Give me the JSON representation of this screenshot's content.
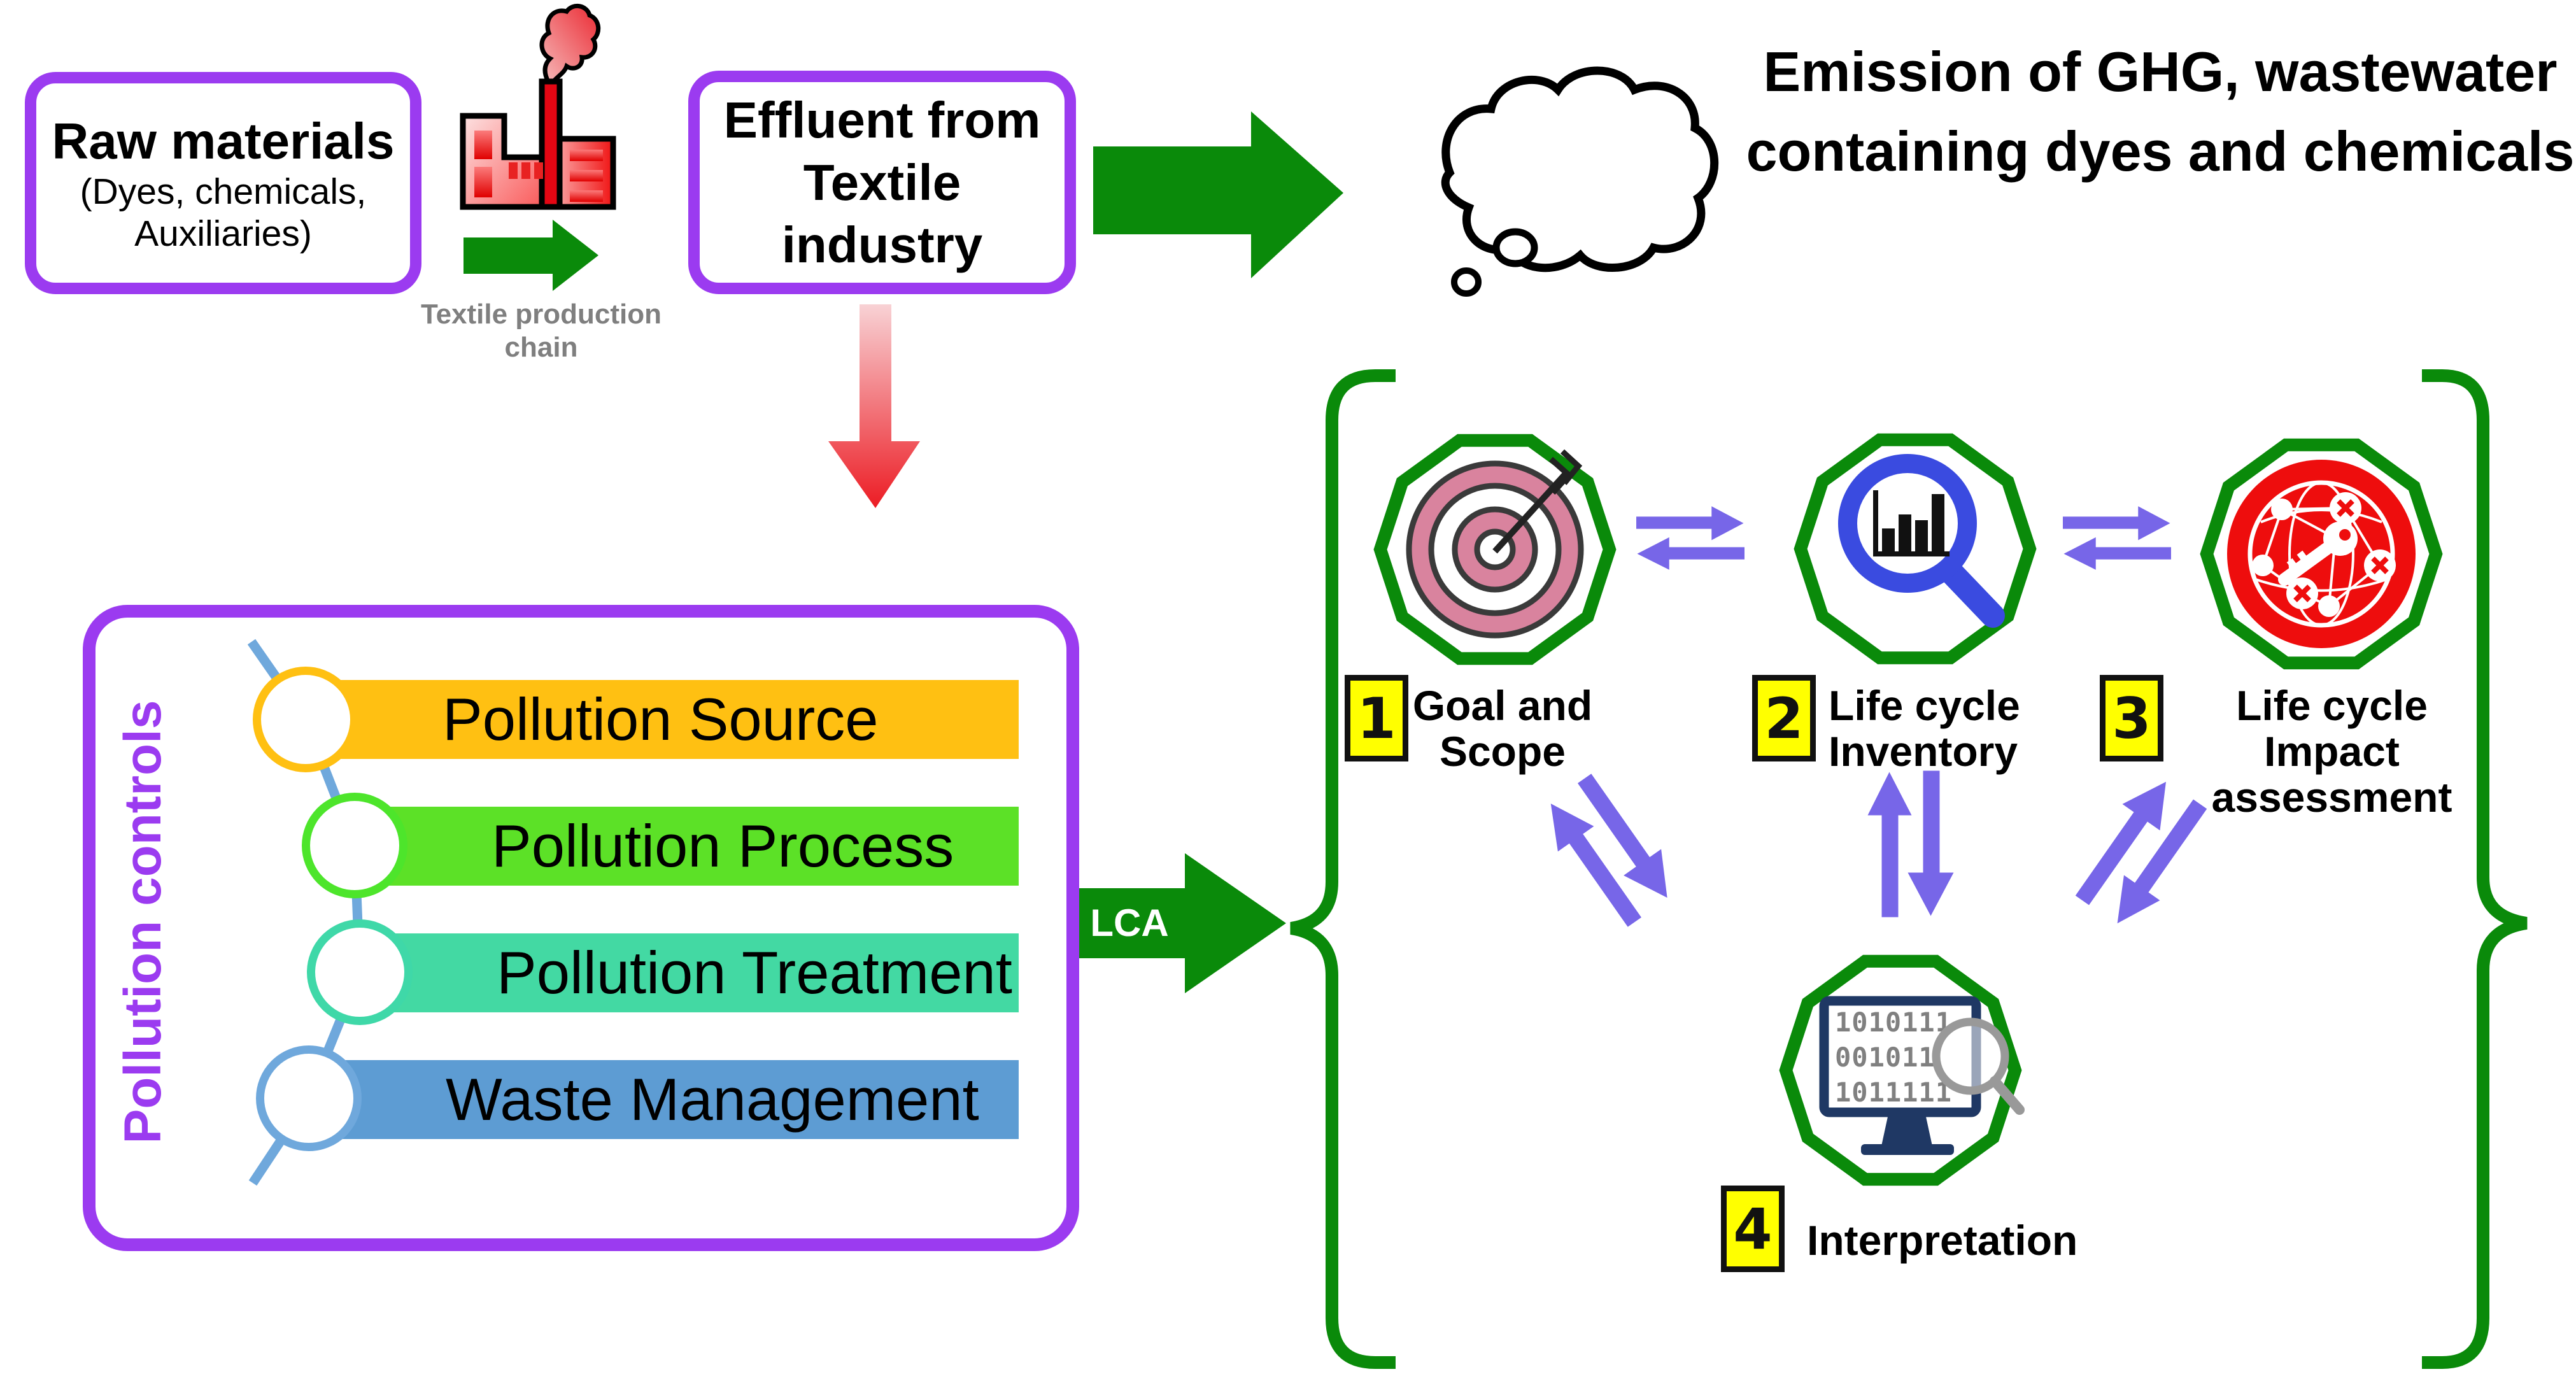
{
  "flow": {
    "raw_materials": {
      "title": "Raw materials",
      "subtitle1": "(Dyes, chemicals,",
      "subtitle2": "Auxiliaries)"
    },
    "production_chain_caption": {
      "line1": "Textile production",
      "line2": "chain"
    },
    "effluent": {
      "line1": "Effluent from",
      "line2": "Textile industry"
    },
    "emission": {
      "line1": "Emission of GHG, wastewater",
      "line2": "containing dyes and chemicals"
    }
  },
  "pollution_controls": {
    "title": "Pollution controls",
    "items": [
      {
        "label": "Pollution Source",
        "bar_color": "#FFC012"
      },
      {
        "label": "Pollution Process",
        "bar_color": "#5CE127"
      },
      {
        "label": "Pollution Treatment",
        "bar_color": "#43D9A3"
      },
      {
        "label": "Waste Management",
        "bar_color": "#5D9CD3"
      }
    ]
  },
  "lca": {
    "arrow_label": "LCA",
    "steps": [
      {
        "number": "1",
        "line1": "Goal and",
        "line2": "Scope"
      },
      {
        "number": "2",
        "line1": "Life cycle",
        "line2": "Inventory"
      },
      {
        "number": "3",
        "line1": "Life cycle Impact",
        "line2": "assessment"
      },
      {
        "number": "4",
        "line1": "Interpretation",
        "line2": ""
      }
    ],
    "monitor_binary": [
      "1010111",
      "001011",
      "1011111"
    ]
  },
  "colors": {
    "accent_purple": "#9B3BF0",
    "green": "#0A8A0A",
    "arrow_purple": "#7766E8",
    "bar_orange": "#FFC012",
    "bar_green": "#5CE127",
    "bar_teal": "#43D9A3",
    "bar_blue": "#5D9CD3",
    "connector_blue": "#6FA8DC",
    "number_bg": "#FFFF00",
    "red_arrow": "#EC1C24",
    "factory_red": "#E30613",
    "target_pink": "#D9839E",
    "magnifier_blue": "#3A4BE0",
    "impact_red": "#EE0D0D",
    "monitor_navy": "#1F3864",
    "caption_gray": "#7F7F7F"
  }
}
